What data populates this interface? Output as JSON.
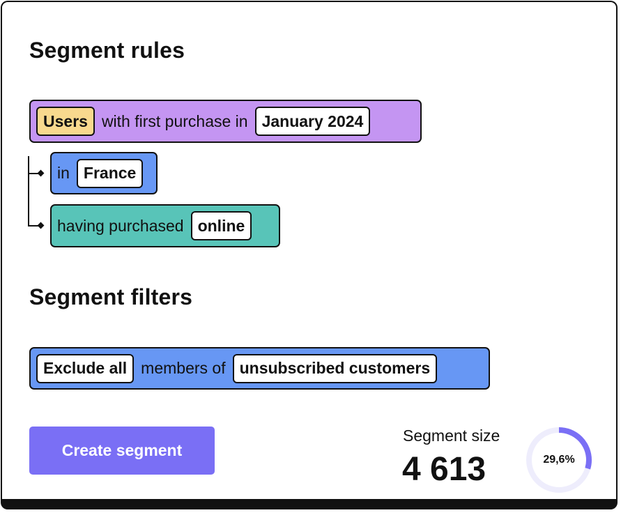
{
  "rules": {
    "heading": "Segment rules",
    "main": {
      "subject_chip": "Users",
      "text": "with first purchase in",
      "date_chip": "January 2024"
    },
    "location": {
      "text": "in",
      "country_chip": "France"
    },
    "channel": {
      "text": "having purchased",
      "channel_chip": "online"
    }
  },
  "filters": {
    "heading": "Segment filters",
    "filter": {
      "action_chip": "Exclude all",
      "text": "members of",
      "list_chip": "unsubscribed customers"
    }
  },
  "actions": {
    "create_label": "Create segment"
  },
  "segment_size": {
    "label": "Segment size",
    "value": "4 613",
    "percent_label": "29,6%",
    "percent": 0.296
  },
  "colors": {
    "purple_rule": "#c495f2",
    "users_chip": "#f8d98e",
    "blue_rule": "#6797f4",
    "teal_rule": "#58c4b8",
    "button": "#7a6ff5",
    "gauge_track": "#eeedfc",
    "gauge_fill": "#7a6ff5"
  }
}
